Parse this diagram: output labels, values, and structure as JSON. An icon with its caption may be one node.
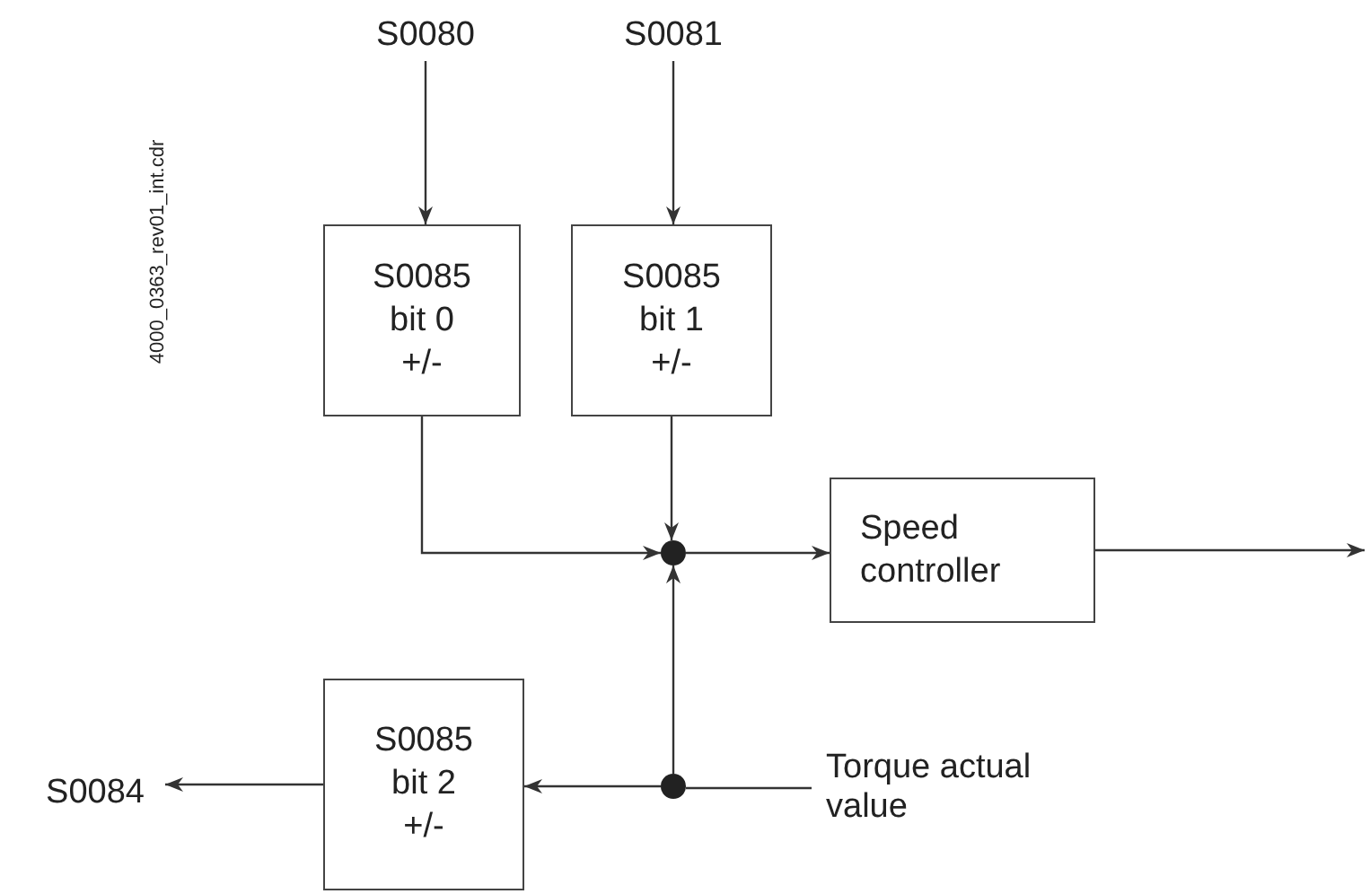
{
  "diagram": {
    "nodes": [
      {
        "text": [
          "S0080"
        ]
      },
      {
        "text": [
          "S0081"
        ]
      },
      {
        "text": [
          "S0085 bit 0 +/-"
        ]
      },
      {
        "text": [
          "S0085 bit 1 +/-"
        ]
      },
      {
        "text": [],
        "shape": "circle"
      },
      {
        "text": [
          "Speed controller"
        ]
      },
      {
        "text": [],
        "shape": "circle"
      },
      {
        "text": [
          "Torque actual value"
        ]
      },
      {
        "text": [
          "S0085 bit 2 +/-"
        ]
      },
      {
        "text": [
          "S0084"
        ]
      }
    ],
    "edges": [
      {
        "from": 0,
        "to": 2,
        "arrow": "to"
      },
      {
        "from": 1,
        "to": 3,
        "arrow": "to"
      },
      {
        "from": 2,
        "to": 4,
        "arrow": "to"
      },
      {
        "from": 3,
        "to": 4,
        "arrow": "to"
      },
      {
        "from": 4,
        "to": 5,
        "arrow": "to"
      },
      {
        "from": 5,
        "to": null,
        "arrow": "to"
      },
      {
        "from": 7,
        "to": 6,
        "arrow": "none"
      },
      {
        "from": 6,
        "to": 4,
        "arrow": "to"
      },
      {
        "from": 6,
        "to": 8,
        "arrow": "to"
      },
      {
        "from": 8,
        "to": 9,
        "arrow": "to"
      }
    ],
    "labels": [
      "4000_0363_rev01_int.cdr"
    ]
  }
}
